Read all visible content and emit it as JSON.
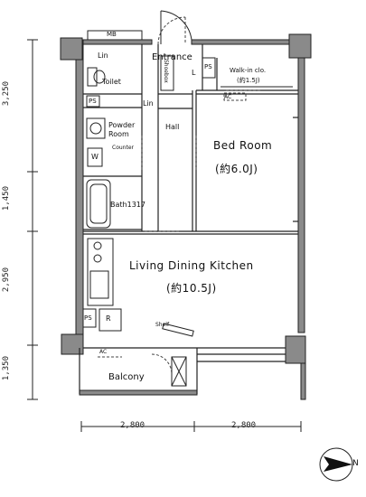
{
  "rooms": {
    "entrance": "Entrance",
    "walk_in_closet": "Walk-in clo.",
    "walk_in_closet_area": "(約1.5J)",
    "hall": "Hall",
    "bedroom": "Bed Room",
    "bedroom_area": "(約6.0J)",
    "toilet": "Toilet",
    "powder_room": "Powder Room",
    "bathroom": "Bath1317",
    "living": "Living Dining Kitchen",
    "living_area": "(約10.5J)",
    "balcony": "Balcony"
  },
  "tags": {
    "mb": "MB",
    "lin_toilet": "Lin",
    "lin_hall": "Lin",
    "ps_toilet": "PS",
    "ps_bedroom": "PS",
    "ps_kitchen": "PS",
    "l_mark": "L",
    "washer": "W",
    "shoe_box": "Shoebox",
    "counter": "Counter",
    "ac": "AC",
    "ac_outdoor": "AC",
    "storage": "Shelf",
    "fridge": "R"
  },
  "dimensions": {
    "vertical": [
      "3,250",
      "1,450",
      "2,950",
      "1,350"
    ],
    "horizontal": [
      "2,800",
      "2,800"
    ]
  },
  "compass": {
    "label": "N"
  }
}
